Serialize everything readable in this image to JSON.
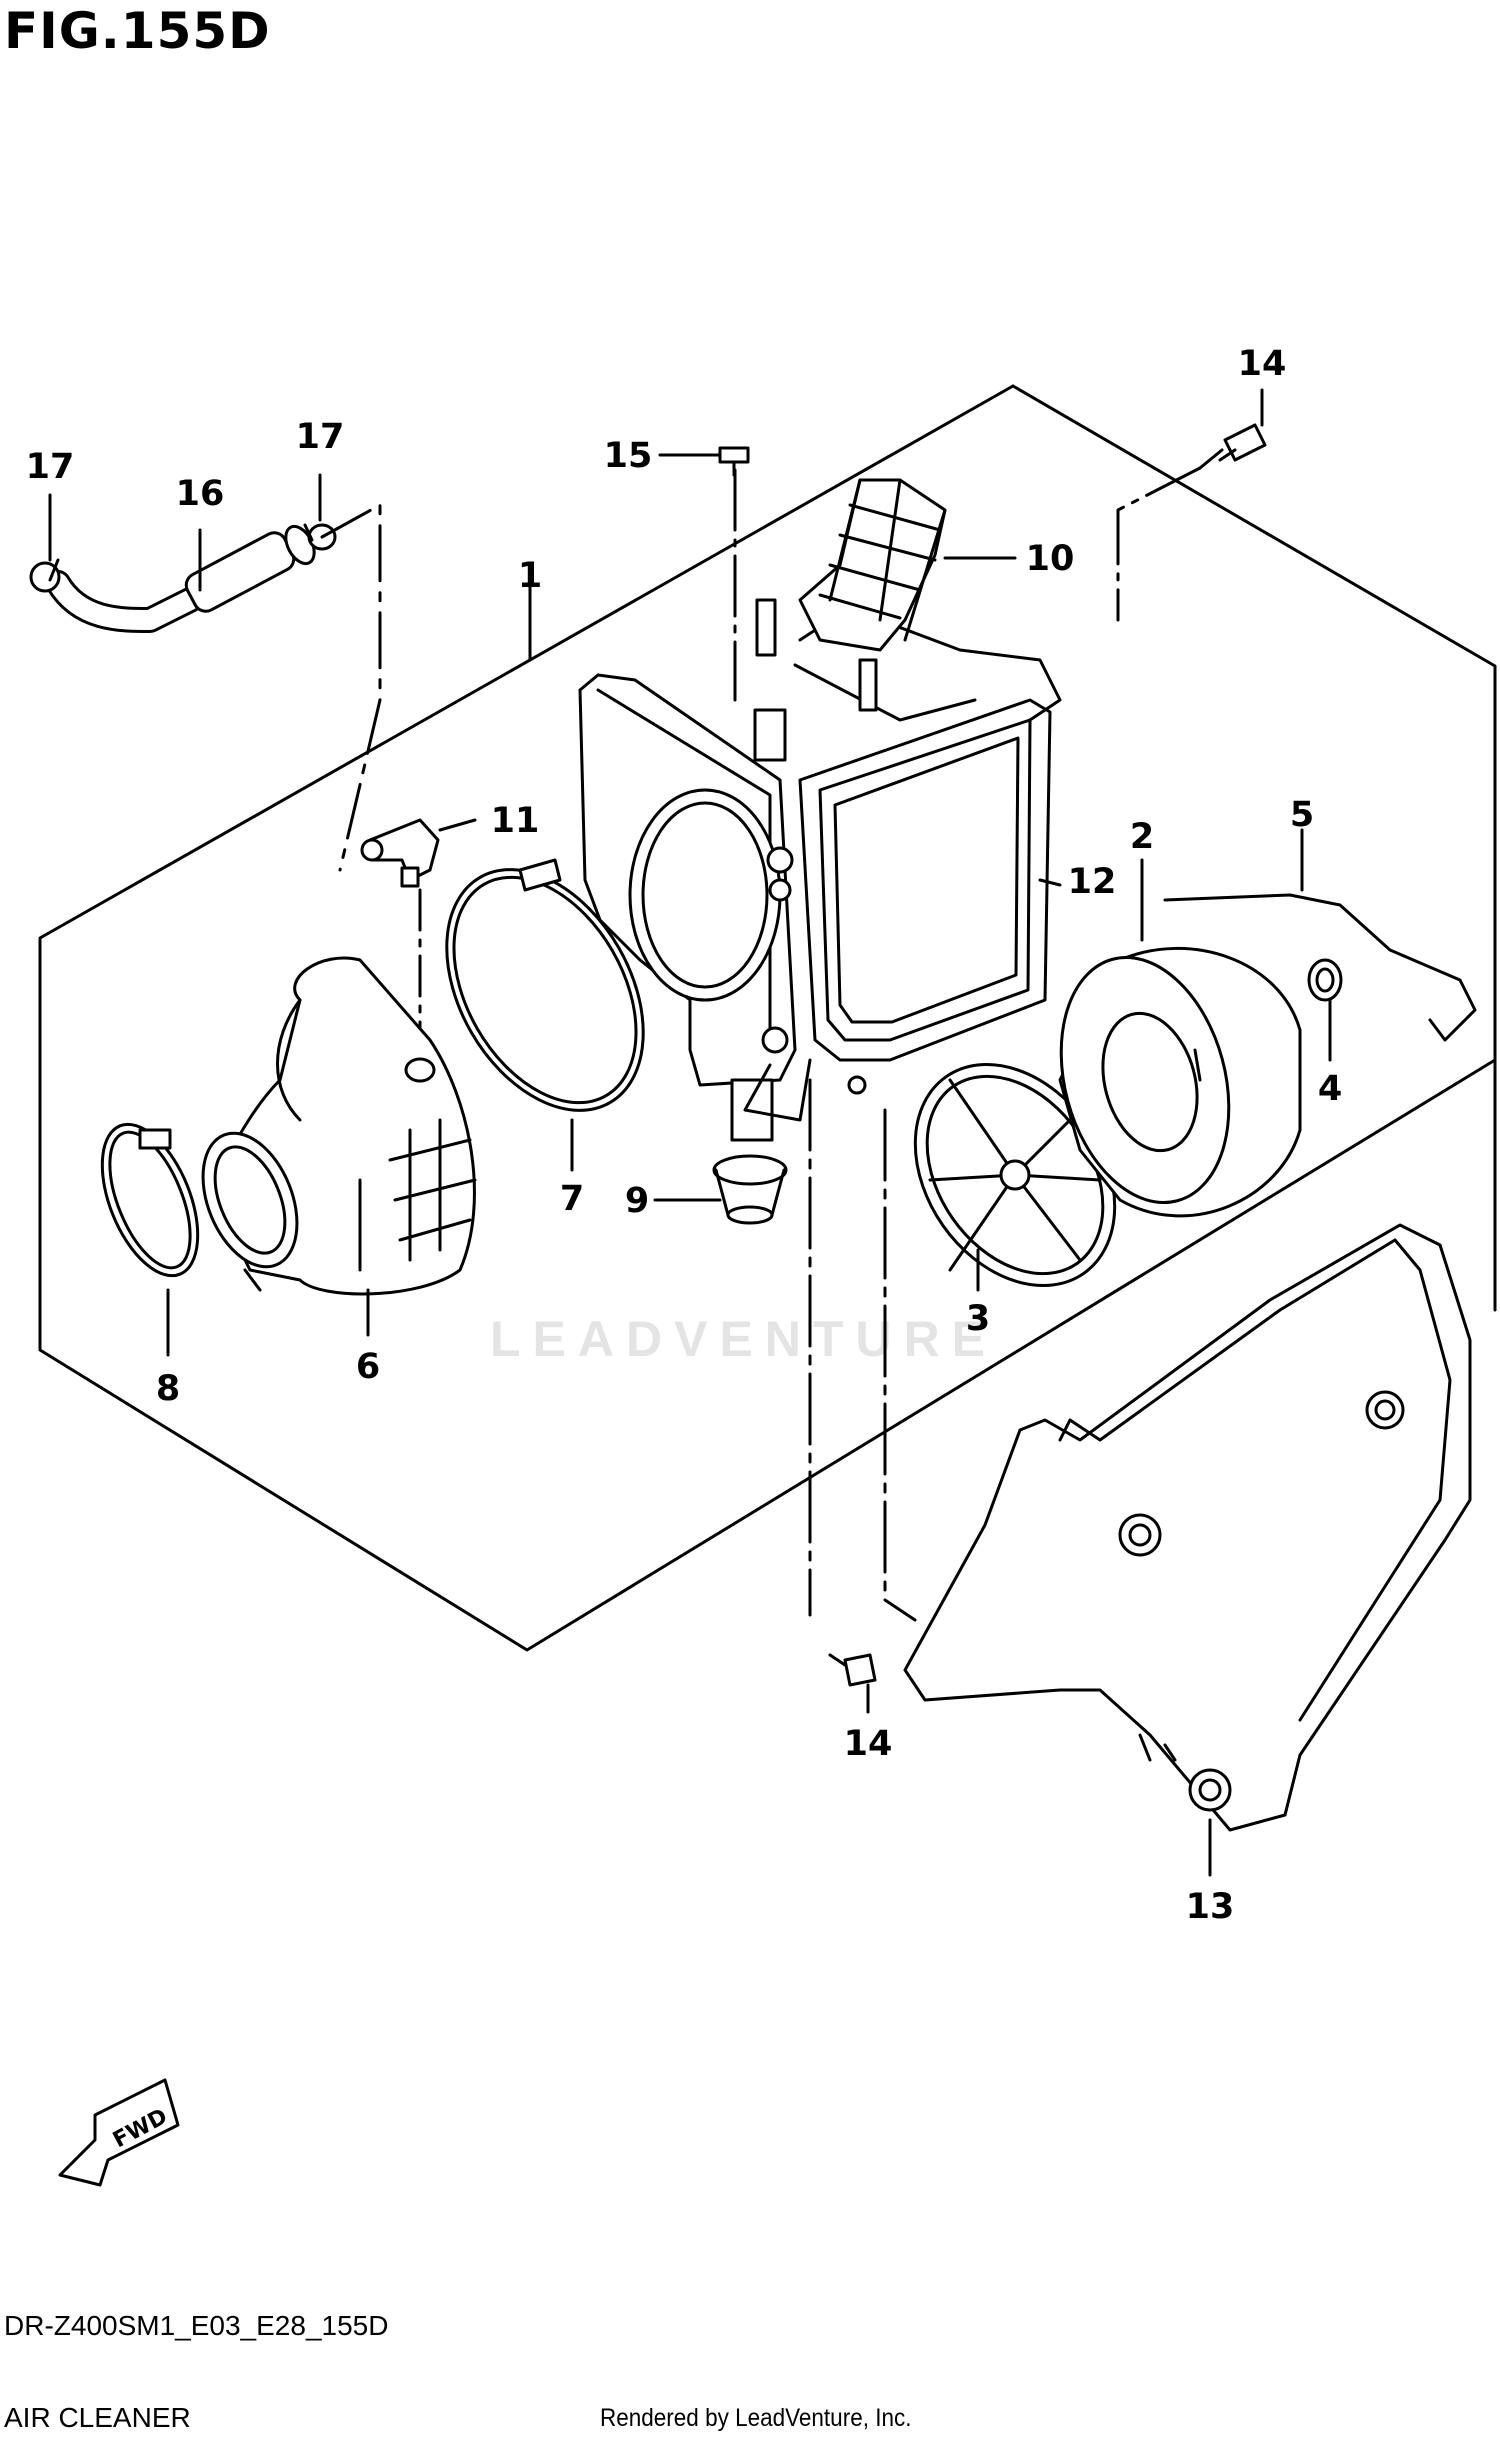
{
  "figure": {
    "title": "FIG.155D",
    "model_code": "DR-Z400SM1_E03_E28_155D",
    "section_name": "AIR CLEANER",
    "rendered_by": "Rendered by LeadVenture, Inc.",
    "watermark": "LEADVENTURE",
    "fwd_label": "FWD"
  },
  "callouts": [
    {
      "id": "c14a",
      "label": "14"
    },
    {
      "id": "c15",
      "label": "15"
    },
    {
      "id": "c17a",
      "label": "17"
    },
    {
      "id": "c17b",
      "label": "17"
    },
    {
      "id": "c16",
      "label": "16"
    },
    {
      "id": "c10",
      "label": "10"
    },
    {
      "id": "c1",
      "label": "1"
    },
    {
      "id": "c11",
      "label": "11"
    },
    {
      "id": "c12",
      "label": "12"
    },
    {
      "id": "c2",
      "label": "2"
    },
    {
      "id": "c5",
      "label": "5"
    },
    {
      "id": "c4",
      "label": "4"
    },
    {
      "id": "c7",
      "label": "7"
    },
    {
      "id": "c9",
      "label": "9"
    },
    {
      "id": "c3",
      "label": "3"
    },
    {
      "id": "c6",
      "label": "6"
    },
    {
      "id": "c8",
      "label": "8"
    },
    {
      "id": "c14b",
      "label": "14"
    },
    {
      "id": "c13",
      "label": "13"
    }
  ]
}
